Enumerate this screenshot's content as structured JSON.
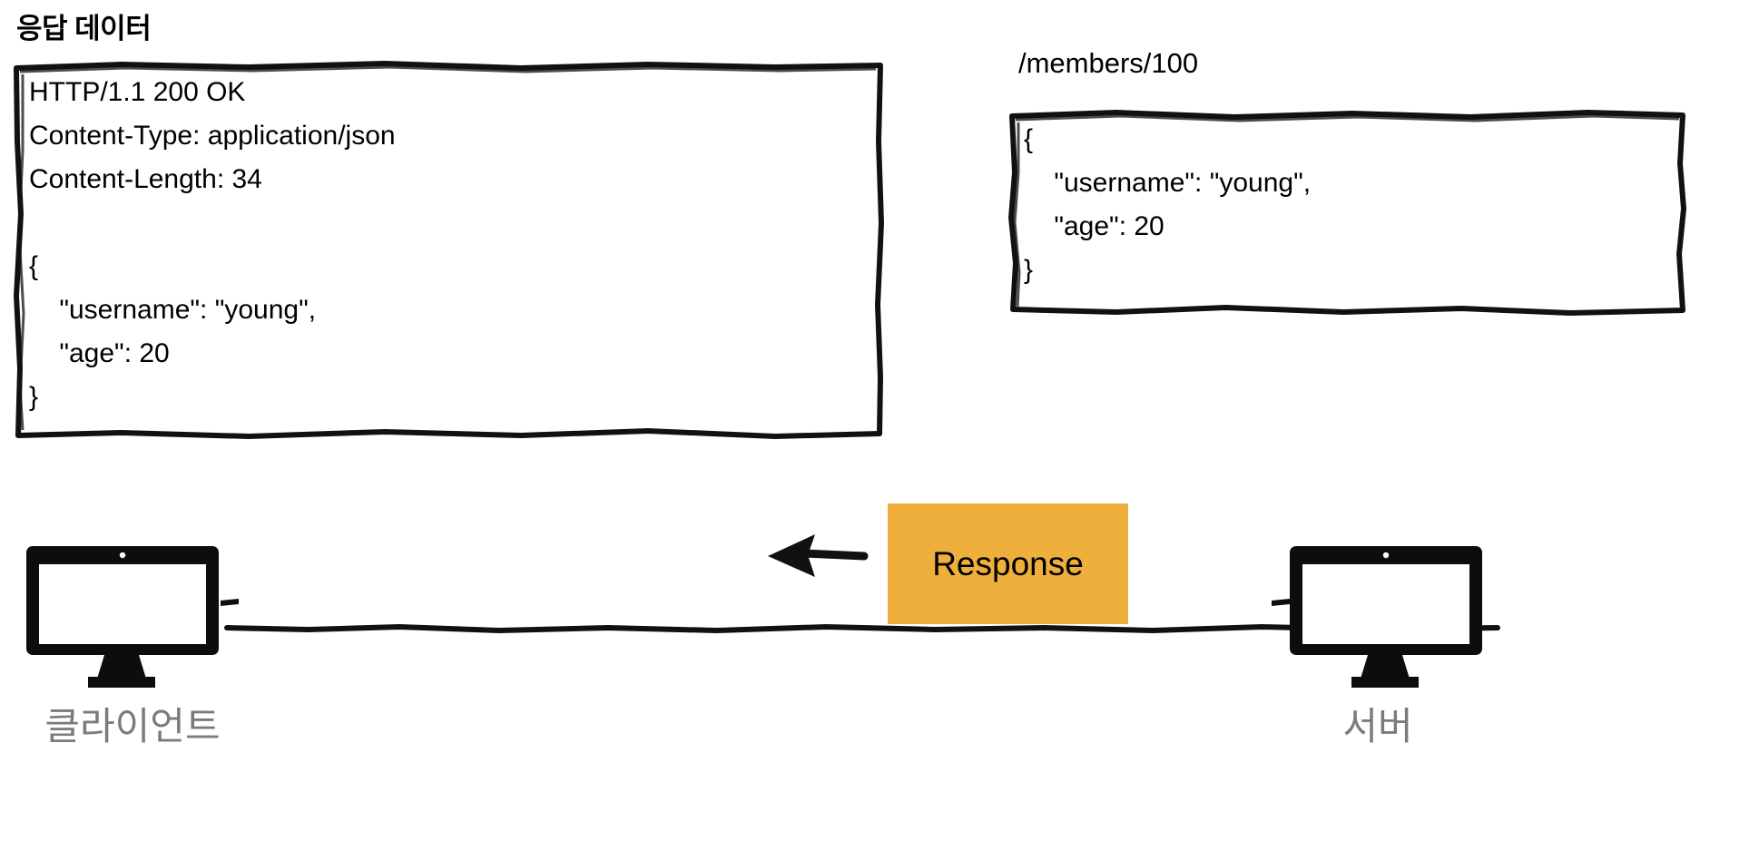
{
  "page": {
    "title": "응답 데이터",
    "background": "#ffffff"
  },
  "colors": {
    "ink": "#000000",
    "accent_orange": "#EFAF3C",
    "label_gray": "#7b7b7b",
    "panel_white": "#ffffff"
  },
  "response_box": {
    "name": "http-response-panel",
    "text": "HTTP/1.1 200 OK\nContent-Type: application/json\nContent-Length: 34\n\n{\n    \"username\": \"young\",\n    \"age\": 20\n}",
    "lines": [
      "HTTP/1.1 200 OK",
      "Content-Type: application/json",
      "Content-Length: 34",
      "",
      "{",
      "    \"username\": \"young\",",
      "    \"age\": 20",
      "}"
    ],
    "status_line": "HTTP/1.1 200 OK",
    "status_code": "200",
    "status_text": "OK",
    "protocol": "HTTP/1.1",
    "headers": [
      {
        "name": "Content-Type",
        "value": "application/json"
      },
      {
        "name": "Content-Length",
        "value": "34"
      }
    ],
    "body": {
      "username": "young",
      "age": "20"
    }
  },
  "payload_box": {
    "endpoint": "/members/100",
    "text": "{\n    \"username\": \"young\",\n    \"age\": 20\n}",
    "lines": [
      "{",
      "    \"username\": \"young\",",
      "    \"age\": 20",
      "}"
    ],
    "body": {
      "username": "young",
      "age": "20"
    }
  },
  "flow": {
    "tag_label": "Response",
    "direction": "server-to-client",
    "arrow_icon": "arrow-left-icon"
  },
  "nodes": {
    "client": {
      "label": "클라이언트",
      "icon": "monitor-icon"
    },
    "server": {
      "label": "서버",
      "icon": "monitor-icon"
    }
  }
}
